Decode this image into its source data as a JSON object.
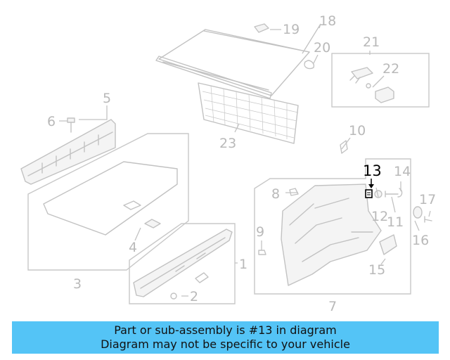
{
  "diagram": {
    "highlighted_part": "13",
    "callouts": {
      "c1": "1",
      "c2": "2",
      "c3": "3",
      "c4": "4",
      "c5": "5",
      "c6": "6",
      "c7": "7",
      "c8": "8",
      "c9": "9",
      "c10": "10",
      "c11": "11",
      "c12": "12",
      "c13": "13",
      "c14": "14",
      "c15": "15",
      "c16": "16",
      "c17": "17",
      "c18": "18",
      "c19": "19",
      "c20": "20",
      "c21": "21",
      "c22": "22",
      "c23": "23"
    },
    "colors": {
      "line": "#c2c2c2",
      "text": "#b9b9b9",
      "highlight": "#000000",
      "banner": "#54c4f6"
    }
  },
  "banner": {
    "line1": "Part or sub-assembly is #13 in diagram",
    "line2": "Diagram may not be specific to your vehicle"
  }
}
